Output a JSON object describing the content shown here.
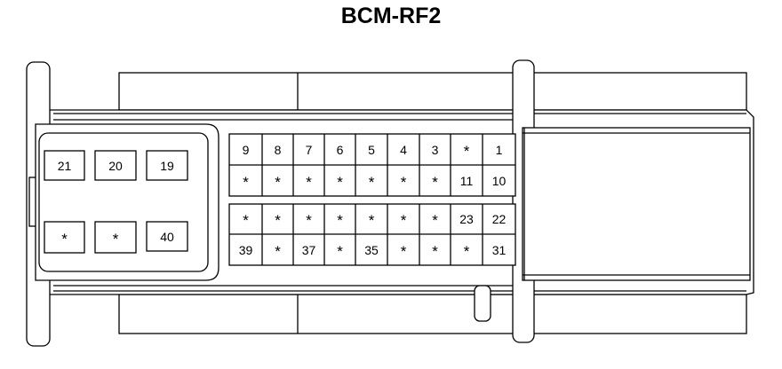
{
  "title": "BCM-RF2",
  "left_block": {
    "row1": [
      "21",
      "20",
      "19"
    ],
    "row2": [
      "*",
      "*",
      "40"
    ]
  },
  "right_block": {
    "row1": [
      "9",
      "8",
      "7",
      "6",
      "5",
      "4",
      "3",
      "*",
      "1"
    ],
    "row2": [
      "*",
      "*",
      "*",
      "*",
      "*",
      "*",
      "*",
      "11",
      "10"
    ],
    "row3": [
      "*",
      "*",
      "*",
      "*",
      "*",
      "*",
      "*",
      "23",
      "22"
    ],
    "row4": [
      "39",
      "*",
      "37",
      "*",
      "35",
      "*",
      "*",
      "*",
      "31"
    ]
  }
}
